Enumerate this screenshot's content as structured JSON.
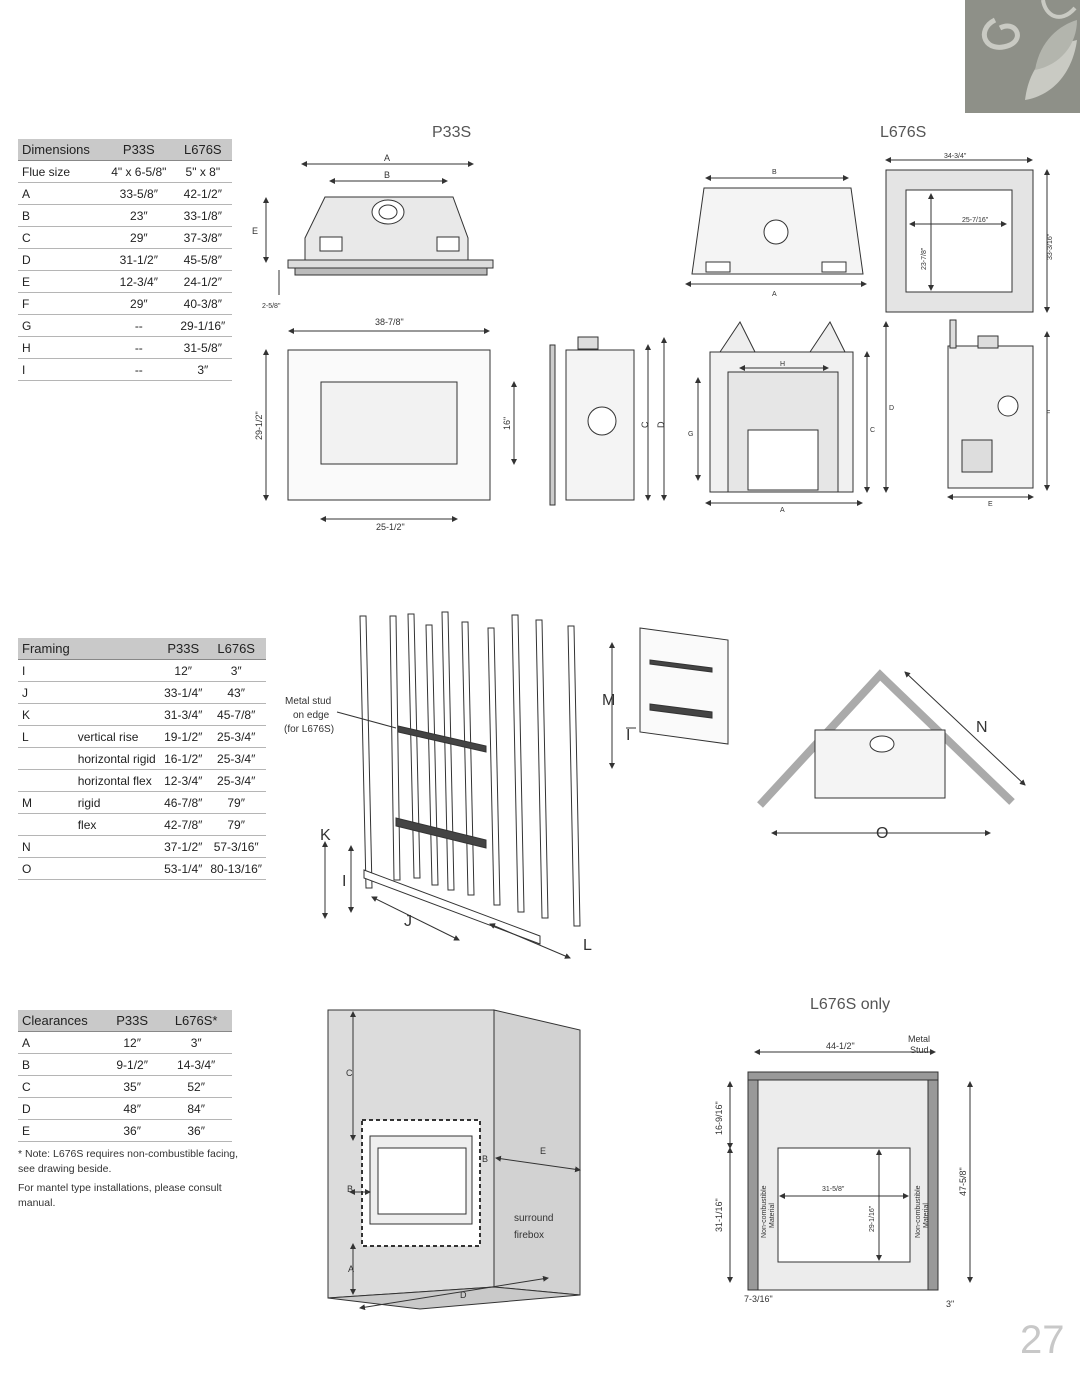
{
  "page_number": "27",
  "headings": {
    "p33s": "P33S",
    "l676s": "L676S",
    "l676s_only": "L676S only"
  },
  "dimensions_table": {
    "headers": [
      "Dimensions",
      "P33S",
      "L676S"
    ],
    "rows": [
      [
        "Flue size",
        "4\" x 6-5/8\"",
        "5\" x 8\""
      ],
      [
        "A",
        "33-5/8″",
        "42-1/2″"
      ],
      [
        "B",
        "23″",
        "33-1/8″"
      ],
      [
        "C",
        "29″",
        "37-3/8″"
      ],
      [
        "D",
        "31-1/2″",
        "45-5/8″"
      ],
      [
        "E",
        "12-3/4″",
        "24-1/2″"
      ],
      [
        "F",
        "29″",
        "40-3/8″"
      ],
      [
        "G",
        "--",
        "29-1/16″"
      ],
      [
        "H",
        "--",
        "31-5/8″"
      ],
      [
        "I",
        "--",
        "3″"
      ]
    ]
  },
  "framing_table": {
    "headers": [
      "Framing",
      "",
      "P33S",
      "L676S"
    ],
    "rows": [
      [
        "I",
        "",
        "12″",
        "3″"
      ],
      [
        "J",
        "",
        "33-1/4″",
        "43″"
      ],
      [
        "K",
        "",
        "31-3/4″",
        "45-7/8″"
      ],
      [
        "L",
        "vertical rise",
        "19-1/2″",
        "25-3/4″"
      ],
      [
        "",
        "horizontal rigid",
        "16-1/2″",
        "25-3/4″"
      ],
      [
        "",
        "horizontal flex",
        "12-3/4″",
        "25-3/4″"
      ],
      [
        "M",
        "rigid",
        "46-7/8″",
        "79″"
      ],
      [
        "",
        "flex",
        "42-7/8″",
        "79″"
      ],
      [
        "N",
        "",
        "37-1/2″",
        "57-3/16″"
      ],
      [
        "O",
        "",
        "53-1/4″",
        "80-13/16″"
      ]
    ]
  },
  "clearances_table": {
    "headers": [
      "Clearances",
      "P33S",
      "L676S*"
    ],
    "rows": [
      [
        "A",
        "12″",
        "3″"
      ],
      [
        "B",
        "9-1/2″",
        "14-3/4″"
      ],
      [
        "C",
        "35″",
        "52″"
      ],
      [
        "D",
        "48″",
        "84″"
      ],
      [
        "E",
        "36″",
        "36″"
      ]
    ]
  },
  "notes": {
    "note1": "* Note: L676S requires non-combustible facing, see drawing beside.",
    "note2": "For mantel type installations, please consult manual."
  },
  "drawing_labels": {
    "p33s_top": {
      "a": "A",
      "b": "B",
      "e": "E",
      "small": "2-5/8\""
    },
    "p33s_front": {
      "w": "38-7/8\"",
      "h": "29-1/2\"",
      "open_w": "25-1/2\"",
      "open_h": "16\""
    },
    "p33s_side": {
      "c": "C",
      "d": "D"
    },
    "l676s_top": {
      "b": "B",
      "a": "A"
    },
    "l676s_frame": {
      "outer": "34-3/4\"",
      "inner": "25-7/16\"",
      "inner_h": "23-7/8\"",
      "outer_h": "33-3/16\""
    },
    "l676s_front": {
      "h": "H",
      "g": "G",
      "c": "C",
      "d": "D",
      "a": "A"
    },
    "l676s_side": {
      "f": "F",
      "e": "E"
    },
    "framing": {
      "metal_stud": "Metal stud",
      "on_edge": "on edge",
      "for_l676s": "(for L676S)",
      "k": "K",
      "i": "I",
      "j": "J",
      "l": "L",
      "m": "M",
      "i2": "I"
    },
    "corner": {
      "n": "N",
      "o": "O"
    },
    "clearance": {
      "a": "A",
      "b": "B",
      "b2": "B",
      "c": "C",
      "d": "D",
      "e": "E",
      "surround": "surround",
      "firebox": "firebox"
    },
    "only": {
      "w": "44-1/2\"",
      "metal": "Metal",
      "stud": "Stud",
      "h1": "16-9/16\"",
      "h2": "31-1/16\"",
      "ow": "31-5/8\"",
      "oh": "29-1/16\"",
      "tot": "47-5/8\"",
      "ncm1": "Non-combustible",
      "ncm2": "Material",
      "left": "7-3/16\"",
      "right": "3\""
    }
  }
}
